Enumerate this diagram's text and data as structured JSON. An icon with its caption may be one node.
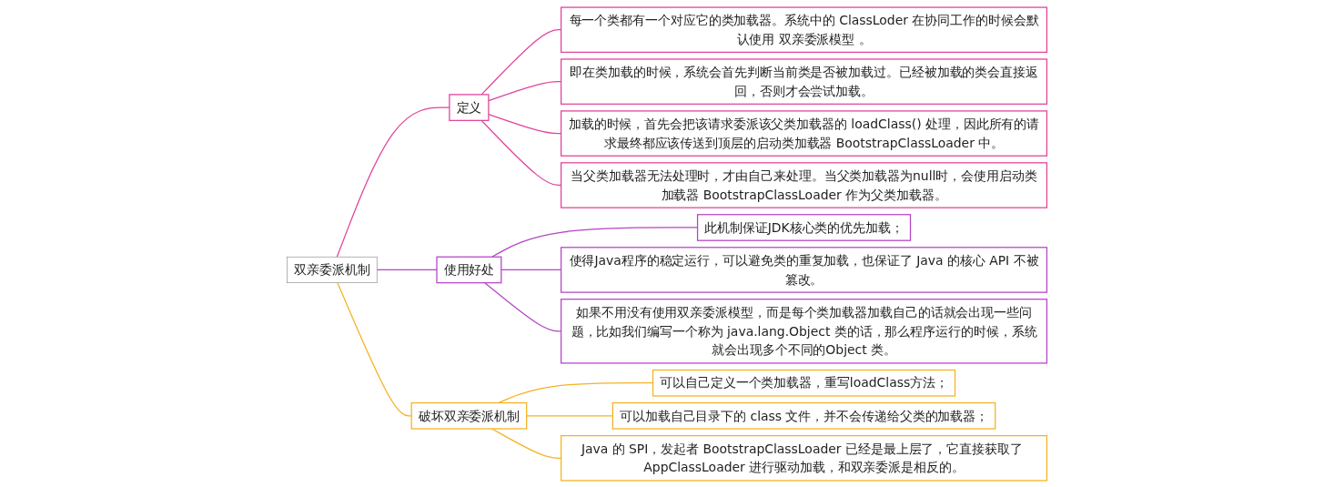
{
  "diagram": {
    "nodes": [
      {
        "text": [
          "双亲委派机制"
        ]
      },
      {
        "text": [
          "定义"
        ]
      },
      {
        "text": [
          "每一个类都有一个对应它的类加载器。系统中的 ClassLoder 在协同工作的时候会默认使用 双亲委派模型 。"
        ]
      },
      {
        "text": [
          "即在类加载的时候，系统会首先判断当前类是否被加载过。已经被加载的类会直接返回，否则才会尝试加载。"
        ]
      },
      {
        "text": [
          "加载的时候，首先会把该请求委派该父类加载器的 loadClass() 处理，因此所有的请求最终都应该传送到顶层的启动类加载器 BootstrapClassLoader 中。"
        ]
      },
      {
        "text": [
          "当父类加载器无法处理时，才由自己来处理。当父类加载器为null时，会使用启动类加载器 BootstrapClassLoader 作为父类加载器。"
        ]
      },
      {
        "text": [
          "使用好处"
        ]
      },
      {
        "text": [
          "此机制保证JDK核心类的优先加载；"
        ]
      },
      {
        "text": [
          "使得Java程序的稳定运行，可以避免类的重复加载，也保证了 Java 的核心 API 不被篡改。"
        ]
      },
      {
        "text": [
          "如果不用没有使用双亲委派模型，而是每个类加载器加载自己的话就会出现一些问题，比如我们编写一个称为 java.lang.Object 类的话，那么程序运行的时候，系统就会出现多个不同的Object 类。"
        ]
      },
      {
        "text": [
          "破坏双亲委派机制"
        ]
      },
      {
        "text": [
          "可以自己定义一个类加载器，重写loadClass方法；"
        ]
      },
      {
        "text": [
          "可以加载自己目录下的 class 文件，并不会传递给父类的加载器；"
        ]
      },
      {
        "text": [
          "Java 的 SPI，发起者 BootstrapClassLoader 已经是最上层了，它直接获取了 AppClassLoader 进行驱动加载，和双亲委派是相反的。"
        ]
      }
    ],
    "edges": [
      {
        "from": 0,
        "to": 1,
        "arrow": "none",
        "color": "#e0439b"
      },
      {
        "from": 1,
        "to": 2,
        "arrow": "none",
        "color": "#e0439b"
      },
      {
        "from": 1,
        "to": 3,
        "arrow": "none",
        "color": "#e0439b"
      },
      {
        "from": 1,
        "to": 4,
        "arrow": "none",
        "color": "#e0439b"
      },
      {
        "from": 1,
        "to": 5,
        "arrow": "none",
        "color": "#e0439b"
      },
      {
        "from": 0,
        "to": 6,
        "arrow": "none",
        "color": "#b445c6"
      },
      {
        "from": 6,
        "to": 7,
        "arrow": "none",
        "color": "#b445c6"
      },
      {
        "from": 6,
        "to": 8,
        "arrow": "none",
        "color": "#b445c6"
      },
      {
        "from": 6,
        "to": 9,
        "arrow": "none",
        "color": "#b445c6"
      },
      {
        "from": 0,
        "to": 10,
        "arrow": "none",
        "color": "#f5b222"
      },
      {
        "from": 10,
        "to": 11,
        "arrow": "none",
        "color": "#f5b222"
      },
      {
        "from": 10,
        "to": 12,
        "arrow": "none",
        "color": "#f5b222"
      },
      {
        "from": 10,
        "to": 13,
        "arrow": "none",
        "color": "#f5b222"
      }
    ]
  }
}
